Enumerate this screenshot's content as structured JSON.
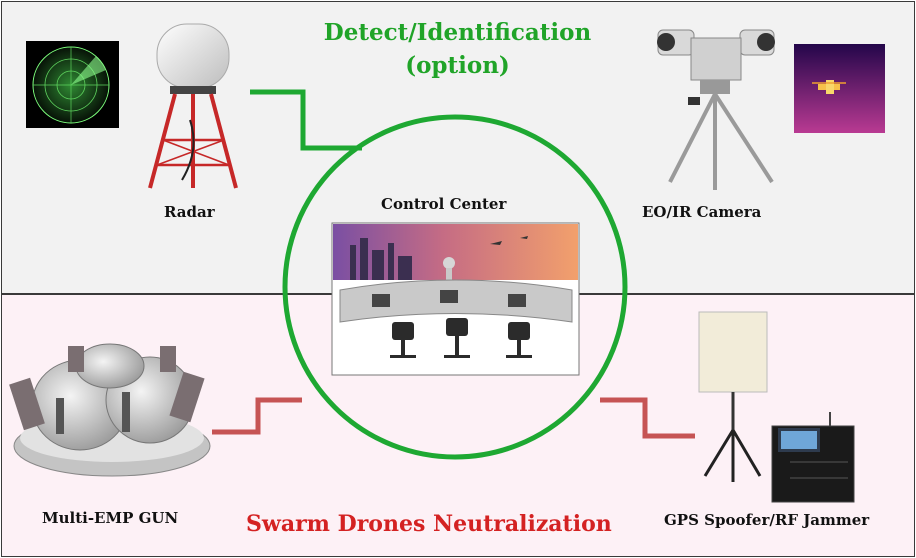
{
  "detect": {
    "title_line1": "Detect/Identification",
    "title_line2": "(option)"
  },
  "neutralize": {
    "title": "Swarm Drones Neutralization"
  },
  "nodes": {
    "radar": "Radar",
    "camera": "EO/IR Camera",
    "control_center": "Control Center",
    "emp_gun": "Multi-EMP GUN",
    "jammer": "GPS Spoofer/RF Jammer"
  },
  "colors": {
    "detect_accent": "#20a428",
    "neutralize_accent": "#d42222",
    "circle": "#1ea832",
    "connector_red": "#c65454"
  }
}
